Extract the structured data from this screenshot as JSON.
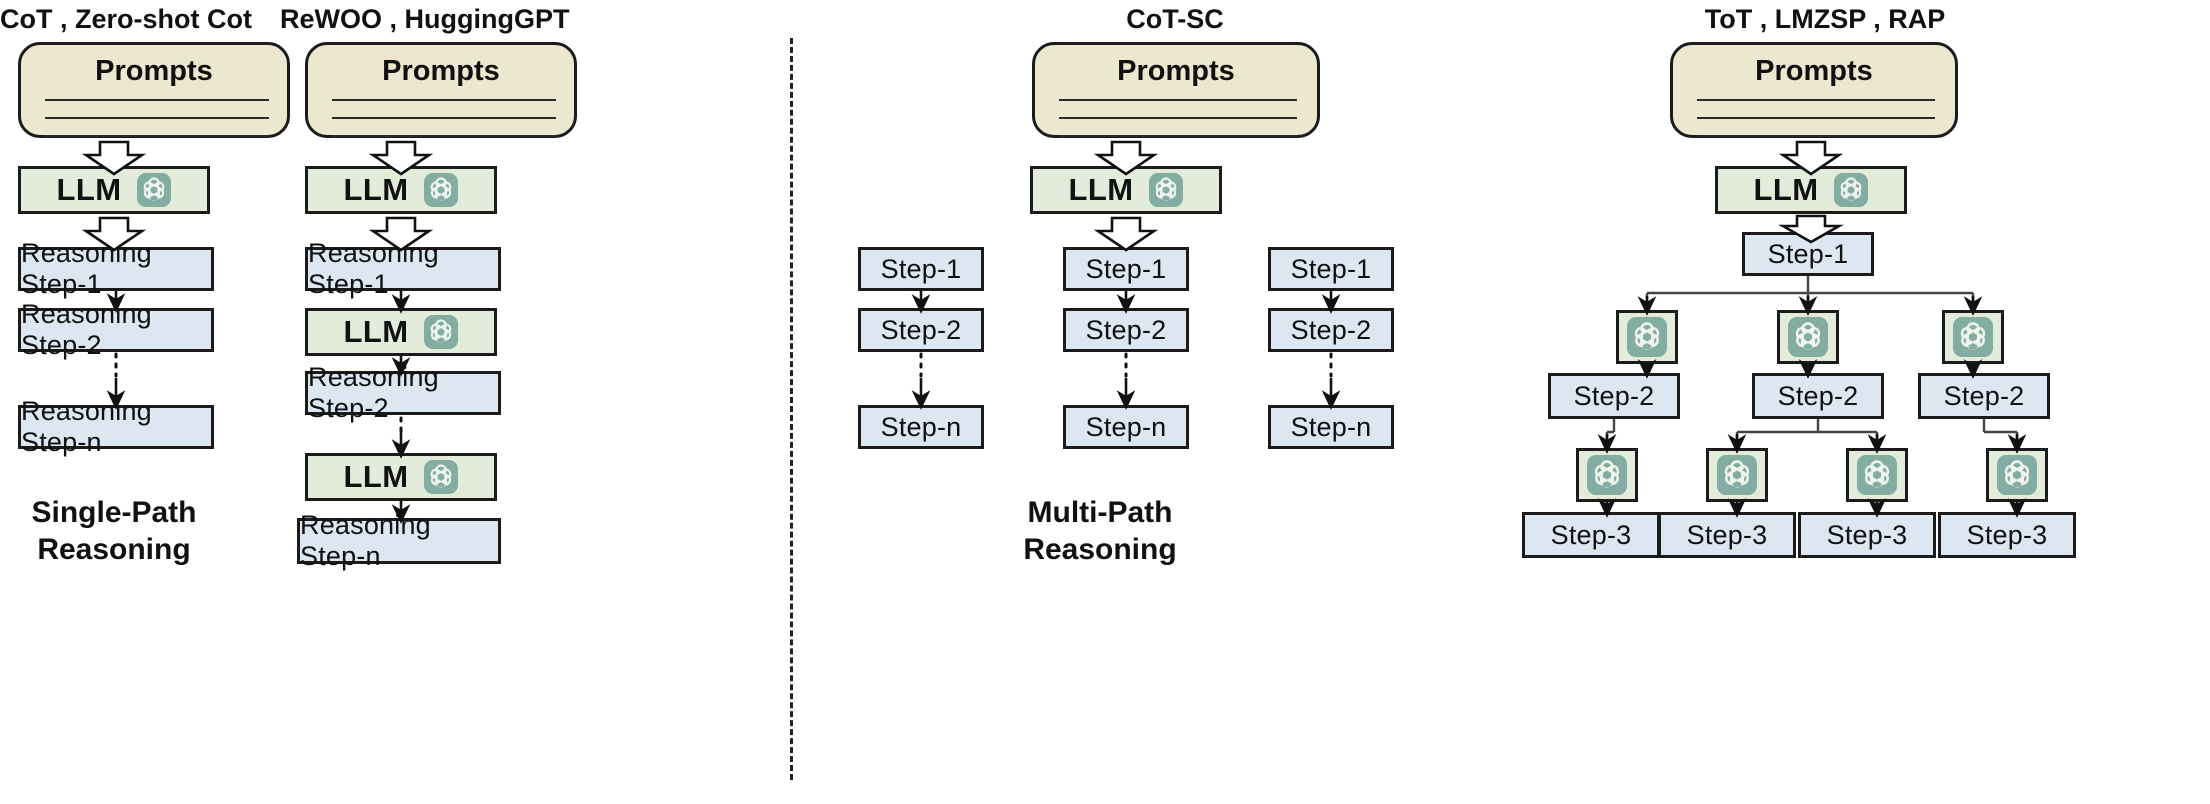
{
  "figure": {
    "background": "#ffffff",
    "colors": {
      "prompt_fill": "#ece8cf",
      "llm_fill": "#e3ecdb",
      "step_fill": "#dde7f2",
      "stroke": "#1b1b1b",
      "logo_fill": "#83ada2"
    },
    "sections": [
      {
        "label": "Single-Path\nReasoning"
      },
      {
        "label": "Multi-Path\nReasoning"
      }
    ],
    "columns": [
      {
        "title": "CoT , Zero-shot Cot",
        "prompt_label": "Prompts",
        "nodes": [
          {
            "label": "LLM",
            "type": "llm"
          },
          {
            "label": "Reasoning Step-1",
            "type": "step"
          },
          {
            "label": "Reasoning Step-2",
            "type": "step"
          },
          {
            "label": "Reasoning Step-n",
            "type": "step"
          }
        ]
      },
      {
        "title": "ReWOO , HuggingGPT",
        "prompt_label": "Prompts",
        "nodes": [
          {
            "label": "LLM",
            "type": "llm"
          },
          {
            "label": "Reasoning Step-1",
            "type": "step"
          },
          {
            "label": "LLM",
            "type": "llm"
          },
          {
            "label": "Reasoning Step-2",
            "type": "step"
          },
          {
            "label": "LLM",
            "type": "llm"
          },
          {
            "label": "Reasoning Step-n",
            "type": "step"
          }
        ]
      },
      {
        "title": "CoT-SC",
        "prompt_label": "Prompts",
        "nodes": [
          {
            "label": "LLM",
            "type": "llm"
          }
        ],
        "paths": [
          {
            "steps": [
              "Step-1",
              "Step-2",
              "Step-n"
            ]
          },
          {
            "steps": [
              "Step-1",
              "Step-2",
              "Step-n"
            ]
          },
          {
            "steps": [
              "Step-1",
              "Step-2",
              "Step-n"
            ]
          }
        ]
      },
      {
        "title": "ToT , LMZSP , RAP",
        "prompt_label": "Prompts",
        "nodes": [
          {
            "label": "LLM",
            "type": "llm"
          }
        ],
        "tree": {
          "root": "Step-1",
          "level2": [
            "Step-2",
            "Step-2",
            "Step-2"
          ],
          "level3": [
            "Step-3",
            "Step-3",
            "Step-3",
            "Step-3"
          ],
          "branch_icon": "openai-logo-icon"
        }
      }
    ],
    "icons": {
      "openai": "openai-logo-icon",
      "block_arrow": "block-down-arrow-icon",
      "arrow": "down-arrow-icon",
      "dotted_arrow": "dotted-down-arrow-icon"
    }
  }
}
